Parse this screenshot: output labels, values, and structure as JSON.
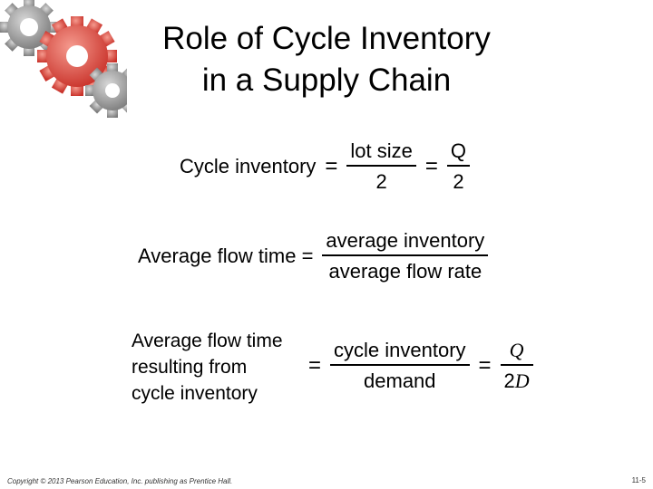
{
  "slide": {
    "title_line1": "Role of Cycle Inventory",
    "title_line2": "in a Supply Chain"
  },
  "eq1": {
    "lhs": "Cycle inventory",
    "frac1_num": "lot size",
    "frac1_den": "2",
    "frac2_num": "Q",
    "frac2_den": "2"
  },
  "eq2": {
    "lhs": "Average flow time =",
    "num": "average inventory",
    "den": "average flow rate"
  },
  "eq3": {
    "label_line1": "Average flow time",
    "label_line2": "resulting from",
    "label_line3": "cycle inventory",
    "frac1_num": "cycle inventory",
    "frac1_den": "demand",
    "frac2_num": "Q",
    "frac2_den_coef": "2",
    "frac2_den_var": "D"
  },
  "footer": {
    "copyright": "Copyright © 2013 Pearson Education, Inc. publishing as Prentice Hall.",
    "page": "11-5"
  },
  "colors": {
    "gear_gray": "#9a9a9a",
    "gear_red": "#e0473c"
  },
  "icons": [
    "gears-logo-icon"
  ]
}
